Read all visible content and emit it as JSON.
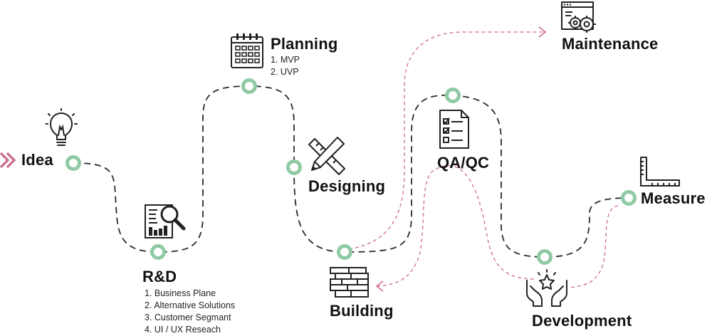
{
  "colors": {
    "path": "#2a2a2a",
    "node": "#8fcaa4",
    "return_path": "#d06a8c",
    "entry_chevron": "#c9688a",
    "icon": "#222222"
  },
  "stages": {
    "idea": {
      "label": "Idea",
      "icon": "lightbulb-icon"
    },
    "rnd": {
      "label": "R&D",
      "icon": "research-report-icon",
      "items": [
        "1. Business Plane",
        "2. Alternative Solutions",
        "3. Customer Segmant",
        "4. UI / UX Reseach"
      ]
    },
    "planning": {
      "label": "Planning",
      "icon": "calendar-icon",
      "items": [
        "1.  MVP",
        "2. UVP"
      ]
    },
    "designing": {
      "label": "Designing",
      "icon": "pencil-ruler-icon"
    },
    "building": {
      "label": "Building",
      "icon": "brick-wall-icon"
    },
    "qaqc": {
      "label": "QA/QC",
      "icon": "checklist-icon"
    },
    "development": {
      "label": "Development",
      "icon": "hands-star-icon"
    },
    "measure": {
      "label": "Measure",
      "icon": "carpenter-square-icon"
    },
    "maintenance": {
      "label": "Maintenance",
      "icon": "browser-gear-icon"
    }
  }
}
